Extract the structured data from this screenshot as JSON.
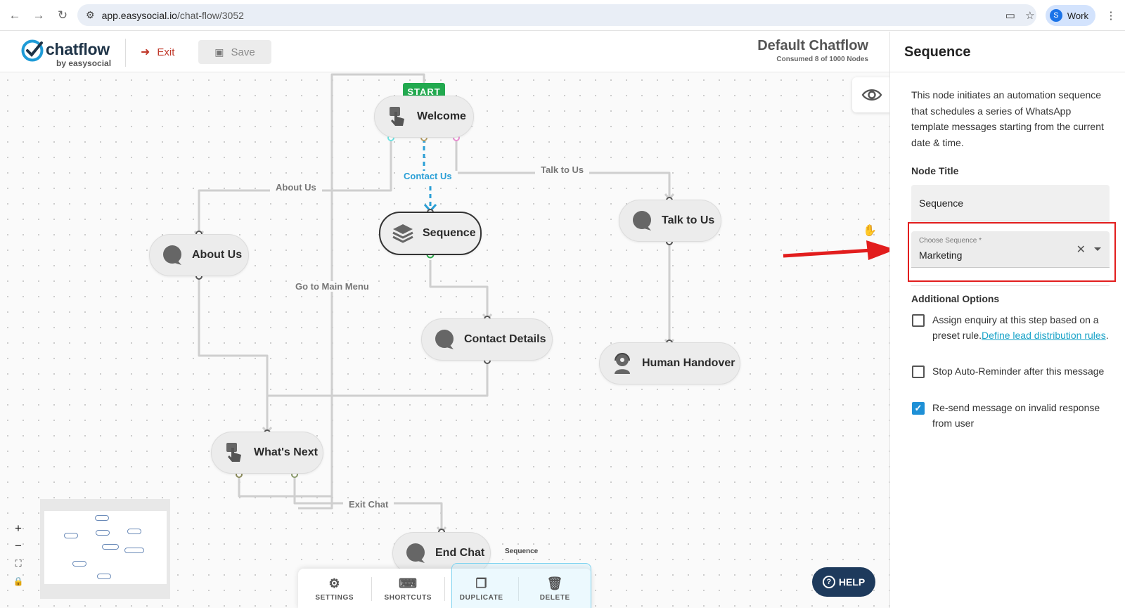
{
  "browser": {
    "url_domain": "app.easysocial.io",
    "url_path": "/chat-flow/3052",
    "profile_initial": "S",
    "profile_label": "Work"
  },
  "header": {
    "logo_word": "chatflow",
    "logo_sub": "by easysocial",
    "exit_label": "Exit",
    "save_label": "Save",
    "flow_title": "Default Chatflow",
    "flow_subtitle": "Consumed 8 of 1000 Nodes"
  },
  "canvas": {
    "start_badge": "START",
    "nodes": {
      "welcome": "Welcome",
      "sequence": "Sequence",
      "about_us": "About Us",
      "talk_to_us": "Talk to Us",
      "contact_details": "Contact Details",
      "human_handover": "Human Handover",
      "whats_next": "What's Next",
      "end_chat": "End Chat"
    },
    "edge_labels": {
      "about_us": "About Us",
      "contact_us": "Contact Us",
      "talk_to_us": "Talk to Us",
      "go_to_main_menu": "Go to Main Menu",
      "exit_chat": "Exit Chat"
    },
    "end_chat_tag": "Sequence"
  },
  "toolbar": {
    "settings": "SETTINGS",
    "shortcuts": "SHORTCUTS",
    "duplicate": "DUPLICATE",
    "delete": "DELETE"
  },
  "help_label": "HELP",
  "panel": {
    "title": "Sequence",
    "description": "This node initiates an automation sequence that schedules a series of WhatsApp template messages starting from the current date & time.",
    "node_title_label": "Node Title",
    "node_title_value": "Sequence",
    "choose_sequence_label": "Choose Sequence *",
    "choose_sequence_value": "Marketing",
    "additional_options_title": "Additional Options",
    "options": [
      {
        "text": "Assign enquiry at this step based on a preset rule.",
        "link": "Define lead distribution rules",
        "suffix": ".",
        "checked": false
      },
      {
        "text": "Stop Auto-Reminder after this message",
        "checked": false
      },
      {
        "text": "Re-send message on invalid response from user",
        "checked": true
      }
    ]
  },
  "colors": {
    "start_green": "#22a94f",
    "contact_us_blue": "#2a9fd6",
    "highlight_red": "#e21d1d",
    "help_navy": "#1e3a5c",
    "checkbox_blue": "#1e90d6"
  }
}
